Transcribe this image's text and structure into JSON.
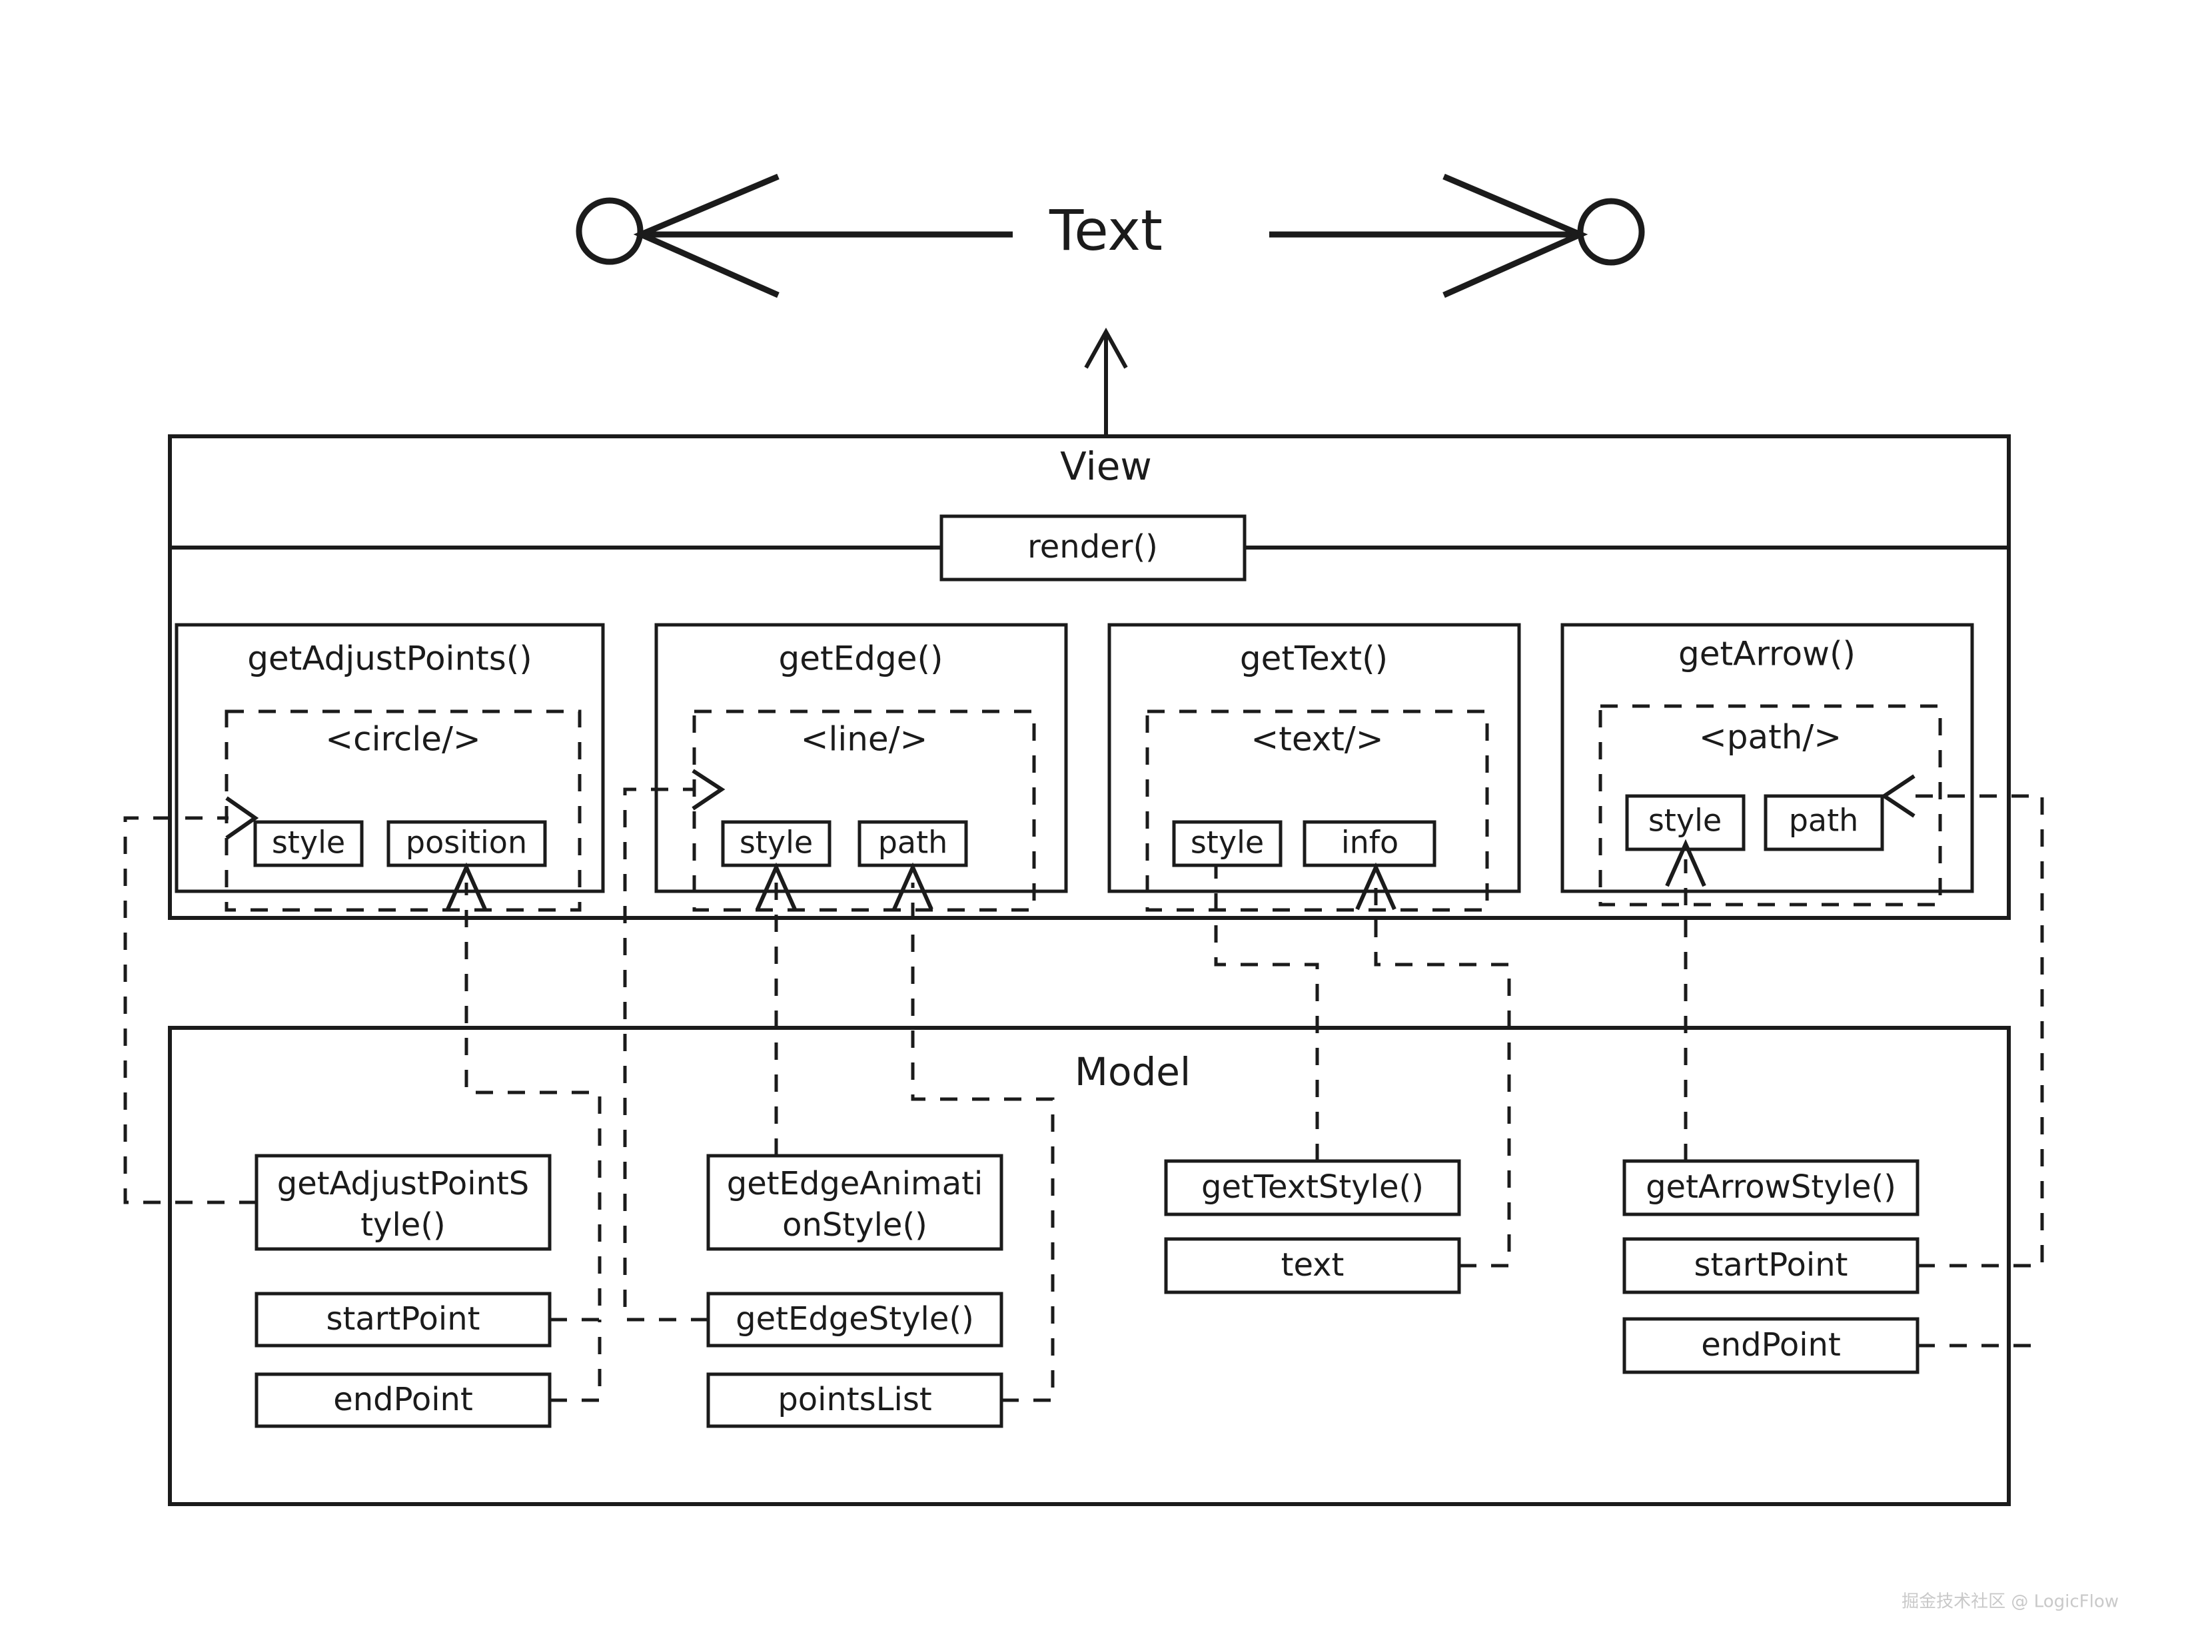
{
  "diagram": {
    "title_node": "Text",
    "sections": [
      {
        "id": "view",
        "label": "View"
      },
      {
        "id": "model",
        "label": "Model"
      }
    ],
    "view": {
      "label": "View",
      "render_method": "render()",
      "groups": [
        {
          "name": "getAdjustPoints()",
          "tag": "<circle/>",
          "cells": [
            "style",
            "position"
          ]
        },
        {
          "name": "getEdge()",
          "tag": "<line/>",
          "cells": [
            "style",
            "path"
          ]
        },
        {
          "name": "getText()",
          "tag": "<text/>",
          "cells": [
            "style",
            "info"
          ]
        },
        {
          "name": "getArrow()",
          "tag": "<path/>",
          "cells": [
            "style",
            "path"
          ]
        }
      ]
    },
    "model": {
      "label": "Model",
      "columns": [
        {
          "id": "adjust-point",
          "items": [
            {
              "lines": [
                "getAdjustPointS",
                "tyle()"
              ]
            },
            {
              "lines": [
                "startPoint"
              ]
            },
            {
              "lines": [
                "endPoint"
              ]
            }
          ]
        },
        {
          "id": "edge",
          "items": [
            {
              "lines": [
                "getEdgeAnimati",
                "onStyle()"
              ]
            },
            {
              "lines": [
                "getEdgeStyle()"
              ]
            },
            {
              "lines": [
                "pointsList"
              ]
            }
          ]
        },
        {
          "id": "text",
          "items": [
            {
              "lines": [
                "getTextStyle()"
              ]
            },
            {
              "lines": [
                "text"
              ]
            }
          ]
        },
        {
          "id": "arrow",
          "items": [
            {
              "lines": [
                "getArrowStyle()"
              ]
            },
            {
              "lines": [
                "startPoint"
              ]
            },
            {
              "lines": [
                "endPoint"
              ]
            }
          ]
        }
      ]
    },
    "watermark": "掘金技术社区 @ LogicFlow",
    "colors": {
      "stroke": "#1b1b1b",
      "background": "#ffffff",
      "watermark": "#c9c9c9"
    }
  }
}
